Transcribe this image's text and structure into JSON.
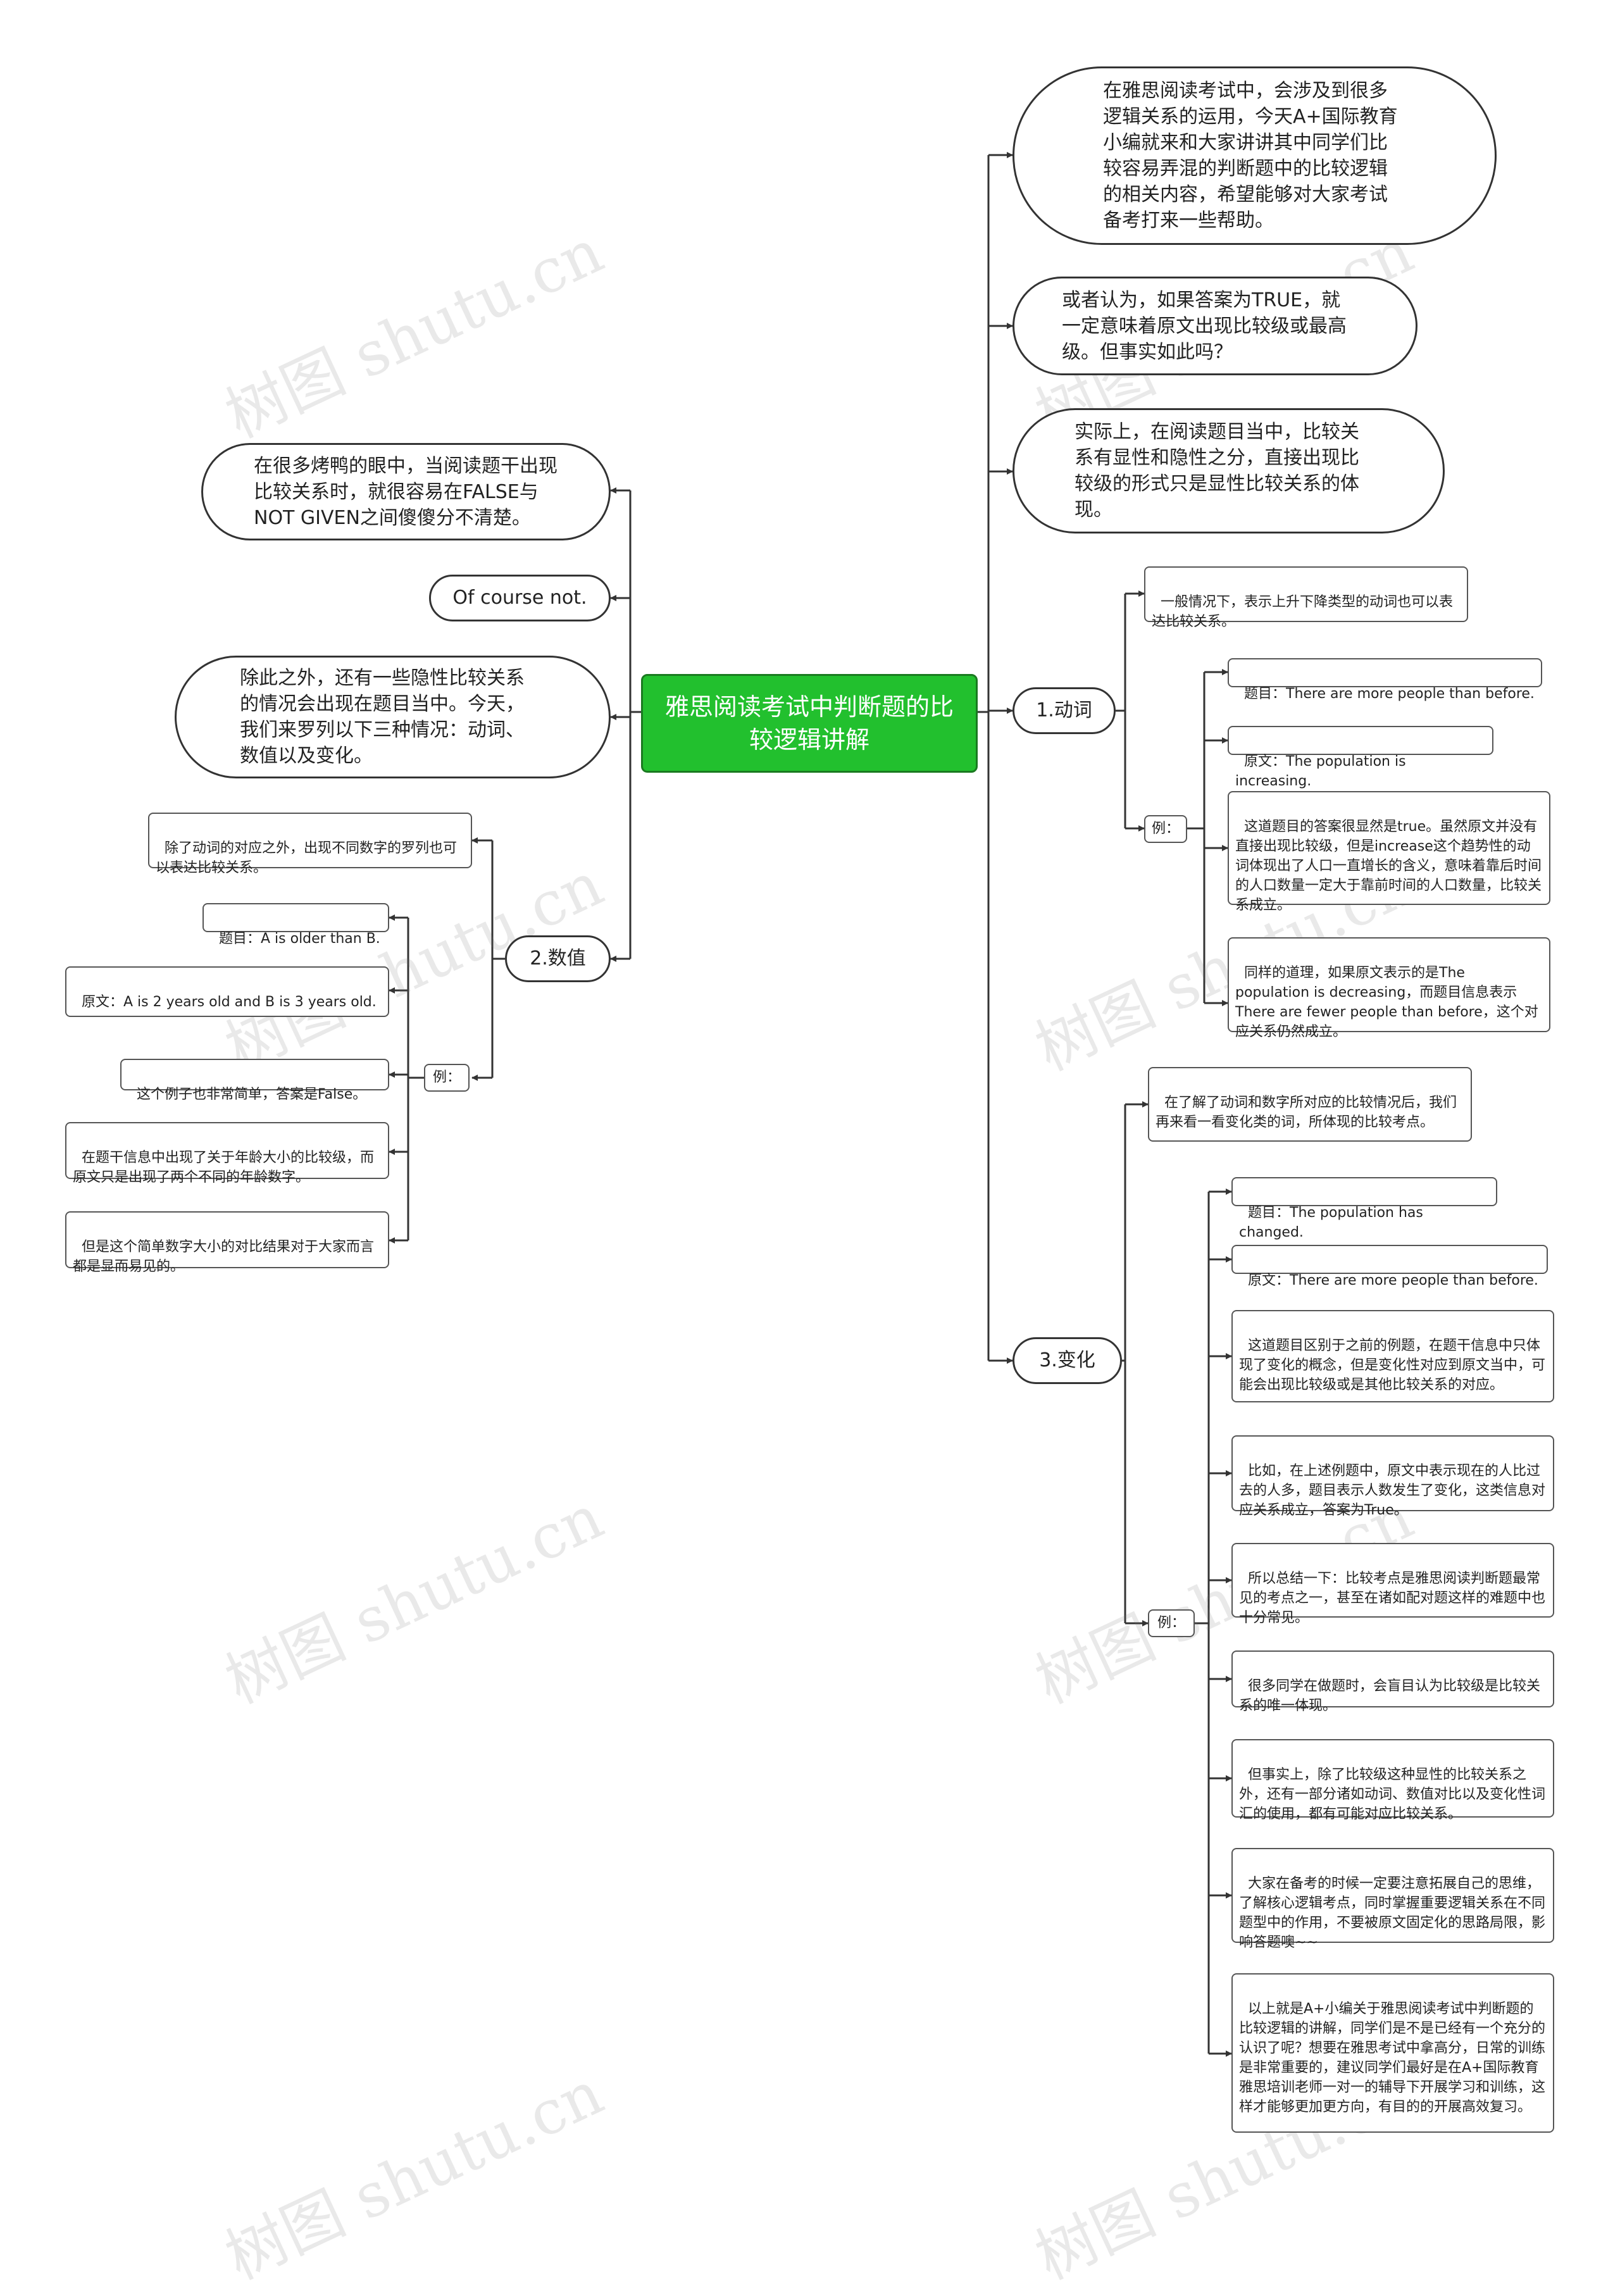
{
  "watermark": "树图 shutu.cn",
  "root": {
    "label": "雅思阅读考试中判断题的比较逻辑讲解"
  },
  "right_intro": [
    "在雅思阅读考试中，会涉及到很多逻辑关系的运用，今天A+国际教育小编就来和大家讲讲其中同学们比较容易弄混的判断题中的比较逻辑的相关内容，希望能够对大家考试备考打来一些帮助。",
    "或者认为，如果答案为TRUE，就一定意味着原文出现比较级或最高级。但事实如此吗？",
    "实际上，在阅读题目当中，比较关系有显性和隐性之分，直接出现比较级的形式只是显性比较关系的体现。"
  ],
  "left_intro": [
    "在很多烤鸭的眼中，当阅读题干出现比较关系时，就很容易在FALSE与NOT GIVEN之间傻傻分不清楚。",
    "Of course not.",
    "除此之外，还有一些隐性比较关系的情况会出现在题目当中。今天，我们来罗列以下三种情况：动词、数值以及变化。"
  ],
  "verb": {
    "label": "1.动词",
    "note": "一般情况下，表示上升下降类型的动词也可以表达比较关系。",
    "example_label": "例：",
    "examples": [
      "题目：There are more people than before.",
      "原文：The population is increasing.",
      "这道题目的答案很显然是true。虽然原文并没有直接出现比较级，但是increase这个趋势性的动词体现出了人口一直增长的含义，意味着靠后时间的人口数量一定大于靠前时间的人口数量，比较关系成立。",
      "同样的道理，如果原文表示的是The population is decreasing，而题目信息表示There are fewer people than before，这个对应关系仍然成立。"
    ]
  },
  "number": {
    "label": "2.数值",
    "note": "除了动词的对应之外，出现不同数字的罗列也可以表达比较关系。",
    "example_label": "例：",
    "examples": [
      "题目：A is older than B.",
      "原文：A is 2 years old and B is 3 years old.",
      "这个例子也非常简单，答案是False。",
      "在题干信息中出现了关于年龄大小的比较级，而原文只是出现了两个不同的年龄数字。",
      "但是这个简单数字大小的对比结果对于大家而言都是显而易见的。"
    ]
  },
  "change": {
    "label": "3.变化",
    "note": "在了解了动词和数字所对应的比较情况后，我们再来看一看变化类的词，所体现的比较考点。",
    "example_label": "例：",
    "examples": [
      "题目：The population has changed.",
      "原文：There are more people than before.",
      "这道题目区别于之前的例题，在题干信息中只体现了变化的概念，但是变化性对应到原文当中，可能会出现比较级或是其他比较关系的对应。",
      "比如，在上述例题中，原文中表示现在的人比过去的人多，题目表示人数发生了变化，这类信息对应关系成立，答案为True。",
      "所以总结一下：比较考点是雅思阅读判断题最常见的考点之一，甚至在诸如配对题这样的难题中也十分常见。",
      "很多同学在做题时，会盲目认为比较级是比较关系的唯一体现。",
      "但事实上，除了比较级这种显性的比较关系之外，还有一部分诸如动词、数值对比以及变化性词汇的使用，都有可能对应比较关系。",
      "大家在备考的时候一定要注意拓展自己的思维，了解核心逻辑考点，同时掌握重要逻辑关系在不同题型中的作用，不要被原文固定化的思路局限，影响答题噢~~",
      "以上就是A+小编关于雅思阅读考试中判断题的比较逻辑的讲解，同学们是不是已经有一个充分的认识了呢？想要在雅思考试中拿高分，日常的训练是非常重要的，建议同学们最好是在A+国际教育雅思培训老师一对一的辅导下开展学习和训练，这样才能够更加更方向，有目的的开展高效复习。"
    ]
  }
}
